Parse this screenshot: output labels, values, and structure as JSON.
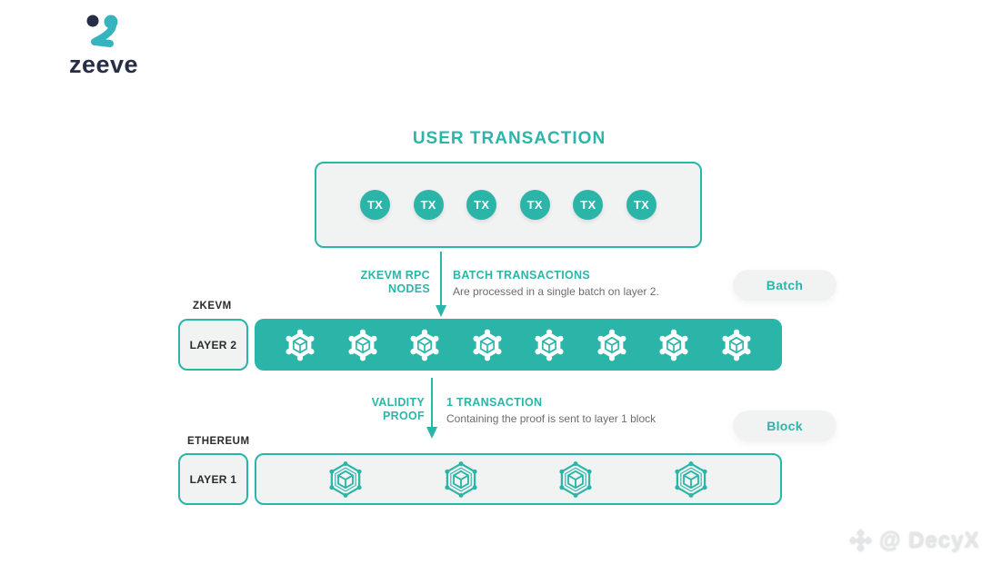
{
  "brand": {
    "wordmark": "zeeve"
  },
  "title": "USER TRANSACTION",
  "colors": {
    "teal": "#2ab5a8",
    "teal_text": "#2cb5a9",
    "light_panel": "#f1f2f2",
    "dark_text": "#2b2b2b",
    "gray_text": "#6a6d70",
    "brand_navy": "#272d45",
    "brand_cyan": "#35b4c0"
  },
  "tx_box": {
    "icon_label": "TX",
    "count": 6
  },
  "flow1": {
    "left_label": "ZKEVM RPC\nNODES",
    "heading": "BATCH TRANSACTIONS",
    "description": "Are processed in a single batch on layer 2.",
    "badge": "Batch"
  },
  "layer2": {
    "group_label": "ZKEVM",
    "box_label": "LAYER 2",
    "block_count": 8
  },
  "flow2": {
    "left_label": "VALIDITY\nPROOF",
    "heading": "1 TRANSACTION",
    "description": "Containing the proof is sent to layer 1 block",
    "badge": "Block"
  },
  "layer1": {
    "group_label": "ETHEREUM",
    "box_label": "LAYER 1",
    "block_count": 4
  },
  "watermark": {
    "text": "@ DecyX"
  }
}
